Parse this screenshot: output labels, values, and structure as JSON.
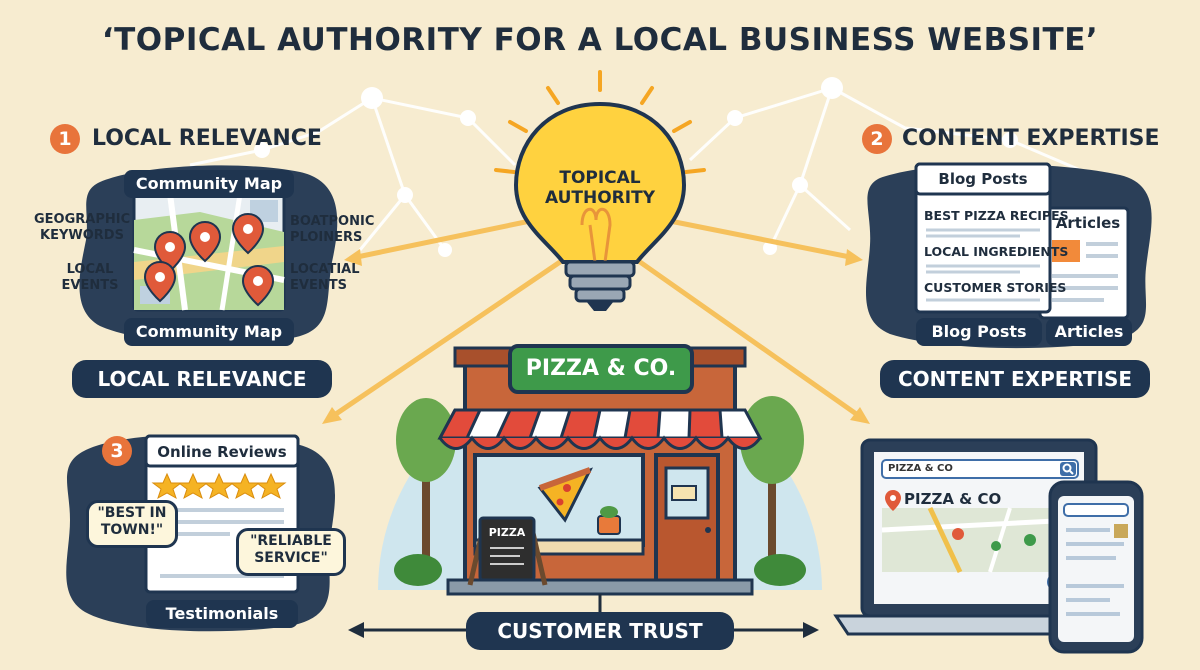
{
  "title": "‘TOPICAL AUTHORITY FOR A LOCAL BUSINESS WEBSITE’",
  "bulb_label": [
    "TOPICAL",
    "AUTHORITY"
  ],
  "sections": {
    "local": {
      "number": "1",
      "heading": "LOCAL RELEVANCE",
      "map_title_top": "Community Map",
      "map_title_bottom": "Community Map",
      "left_labels": [
        "GEOGRAPHIC KEYWORDS",
        "LOCAL EVENTS"
      ],
      "right_labels": [
        "BOATPONIC PLOINERS",
        "LOCATIAL EVENTS"
      ],
      "footer": "LOCAL RELEVANCE"
    },
    "content": {
      "number": "2",
      "heading": "CONTENT EXPERTISE",
      "doc_title": "Blog Posts",
      "doc_items": [
        "BEST PIZZA RECIPES",
        "LOCAL INGREDIENTS",
        "CUSTOMER STORIES"
      ],
      "side_doc_title": "Articles",
      "bottom_tags": [
        "Blog Posts",
        "Articles"
      ],
      "footer": "CONTENT EXPERTISE"
    },
    "reviews": {
      "number": "3",
      "header": "Online Reviews",
      "quotes": [
        "\"BEST IN TOWN!\"",
        "\"RELIABLE SERVICE\""
      ],
      "footer": "Testimonials"
    },
    "search": {
      "query": "PIZZA & CO",
      "result": "PIZZA & CO"
    }
  },
  "store": {
    "sign": "PIZZA & CO.",
    "board": "PIZZA"
  },
  "footer_label": "CUSTOMER TRUST",
  "colors": {
    "background": "#f7ecd0",
    "navy": "#1f3550",
    "accent_orange": "#e8743b",
    "bulb_yellow": "#ffd23f",
    "sign_green": "#3e9a4a",
    "store_brick": "#c8663a"
  },
  "icons": [
    "lightbulb-icon",
    "map-pin-icon",
    "star-icon",
    "search-icon",
    "pizza-slice-icon",
    "laptop-icon",
    "phone-icon"
  ]
}
